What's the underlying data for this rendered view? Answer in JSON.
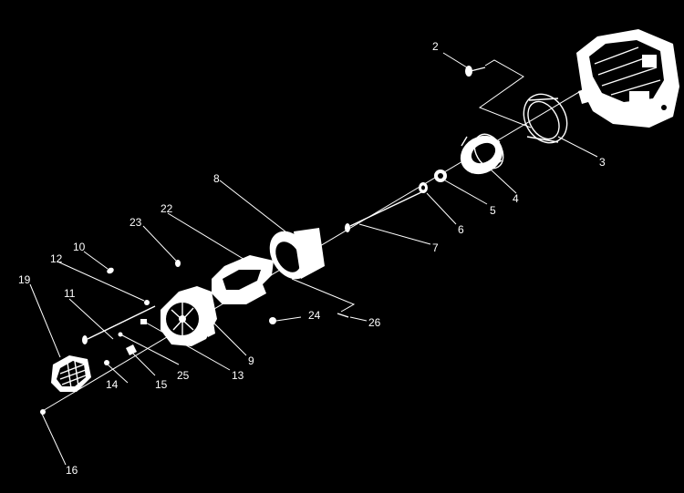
{
  "diagram": {
    "background": "#000000",
    "ink": "#ffffff",
    "callouts": [
      {
        "id": "c2",
        "text": "2"
      },
      {
        "id": "c3",
        "text": "3"
      },
      {
        "id": "c4",
        "text": "4"
      },
      {
        "id": "c5",
        "text": "5"
      },
      {
        "id": "c6",
        "text": "6"
      },
      {
        "id": "c7",
        "text": "7"
      },
      {
        "id": "c8",
        "text": "8"
      },
      {
        "id": "c9",
        "text": "9"
      },
      {
        "id": "c10",
        "text": "10"
      },
      {
        "id": "c11",
        "text": "11"
      },
      {
        "id": "c12",
        "text": "12"
      },
      {
        "id": "c13",
        "text": "13"
      },
      {
        "id": "c14",
        "text": "14"
      },
      {
        "id": "c15",
        "text": "15"
      },
      {
        "id": "c16",
        "text": "16"
      },
      {
        "id": "c19",
        "text": "19"
      },
      {
        "id": "c22",
        "text": "22"
      },
      {
        "id": "c23",
        "text": "23"
      },
      {
        "id": "c24",
        "text": "24"
      },
      {
        "id": "c25",
        "text": "25"
      },
      {
        "id": "c26",
        "text": "26"
      }
    ]
  }
}
